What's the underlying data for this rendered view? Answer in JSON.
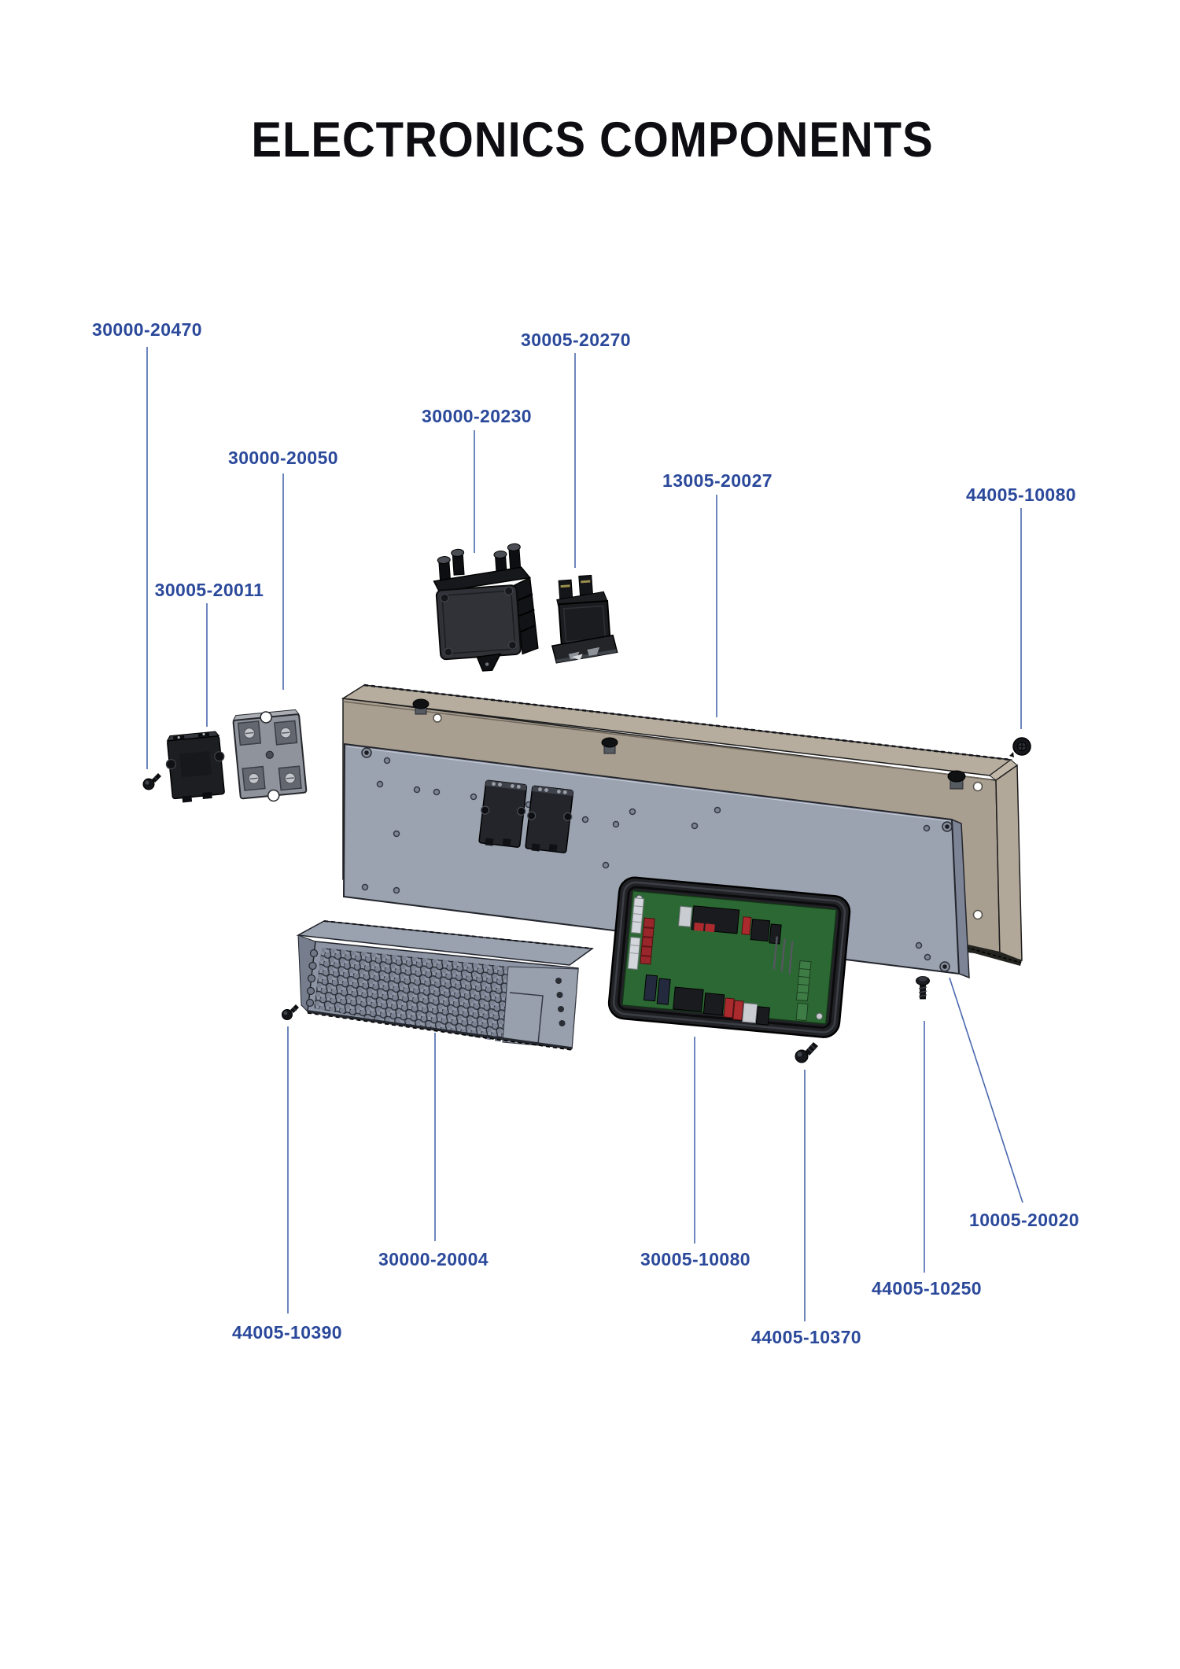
{
  "title": "ELECTRONICS COMPONENTS",
  "parts": [
    {
      "id": "30000-20470",
      "label": "30000-20470"
    },
    {
      "id": "30000-20050",
      "label": "30000-20050"
    },
    {
      "id": "30005-20011",
      "label": "30005-20011"
    },
    {
      "id": "30000-20230",
      "label": "30000-20230"
    },
    {
      "id": "30005-20270",
      "label": "30005-20270"
    },
    {
      "id": "13005-20027",
      "label": "13005-20027"
    },
    {
      "id": "44005-10080",
      "label": "44005-10080"
    },
    {
      "id": "30000-20004",
      "label": "30000-20004"
    },
    {
      "id": "30005-10080",
      "label": "30005-10080"
    },
    {
      "id": "44005-10390",
      "label": "44005-10390"
    },
    {
      "id": "44005-10370",
      "label": "44005-10370"
    },
    {
      "id": "44005-10250",
      "label": "44005-10250"
    },
    {
      "id": "10005-20020",
      "label": "10005-20020"
    }
  ],
  "colors": {
    "label_blue": "#2b499b",
    "leader_blue": "#4a68ae",
    "title_black": "#0d0d12",
    "bracket_tan": "#a99f91",
    "bracket_flange_tan": "#b6ad9f",
    "plate_gray": "#9ba3b1",
    "cover_gray": "#8d95a4",
    "enclosure_black": "#212226",
    "pcb_green": "#2c6833",
    "connector_red": "#ab2a2e"
  }
}
